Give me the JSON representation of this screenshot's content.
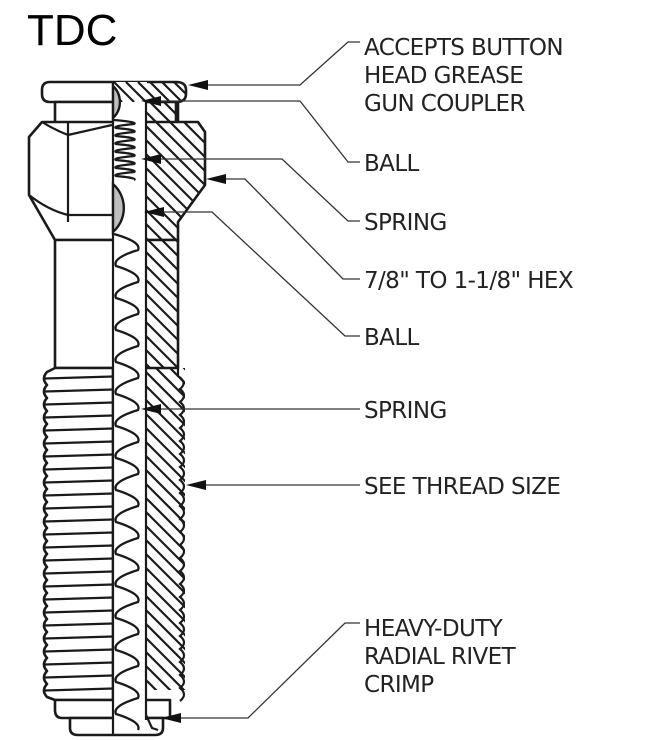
{
  "title": "TDC",
  "diagram": {
    "subject": "Grease fitting cross-section",
    "callouts": [
      {
        "id": "coupler",
        "lines": [
          "ACCEPTS BUTTON",
          "HEAD GREASE",
          "GUN COUPLER"
        ]
      },
      {
        "id": "ball-upper",
        "lines": [
          "BALL"
        ]
      },
      {
        "id": "spring-upper",
        "lines": [
          "SPRING"
        ]
      },
      {
        "id": "hex",
        "lines": [
          "7/8\" TO 1-1/8\" HEX"
        ]
      },
      {
        "id": "ball-lower",
        "lines": [
          "BALL"
        ]
      },
      {
        "id": "spring-lower",
        "lines": [
          "SPRING"
        ]
      },
      {
        "id": "thread",
        "lines": [
          "SEE THREAD SIZE"
        ]
      },
      {
        "id": "crimp",
        "lines": [
          "HEAVY-DUTY",
          "RADIAL RIVET",
          "CRIMP"
        ]
      }
    ]
  }
}
